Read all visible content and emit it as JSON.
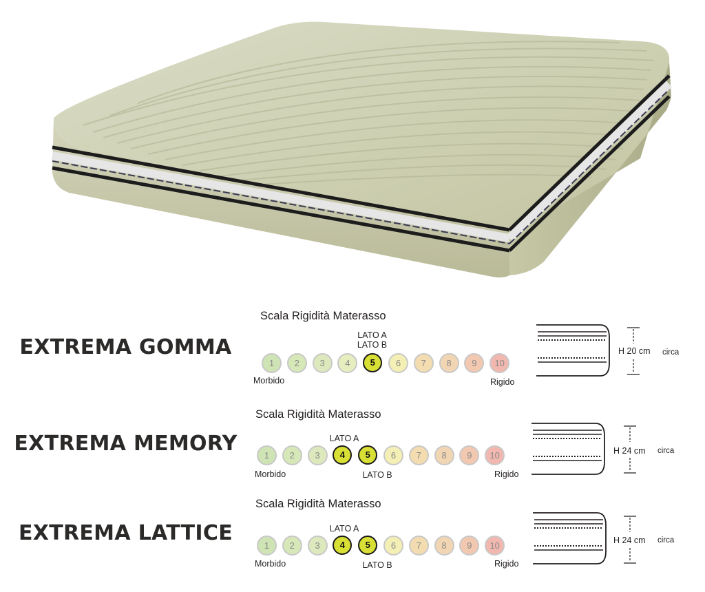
{
  "scale_colors": [
    "#cfe4b4",
    "#d6e7b8",
    "#dde9bc",
    "#e6eec0",
    "#d4df3a",
    "#f4efb4",
    "#f2dcb0",
    "#f2d6b4",
    "#f2c8b0",
    "#f2b8b0"
  ],
  "active_color": "#d9e035",
  "rows": [
    {
      "name": "EXTREMA GOMMA",
      "scale_title": "Scala Rigidità Materasso",
      "numbers": [
        "1",
        "2",
        "3",
        "4",
        "5",
        "6",
        "7",
        "8",
        "9",
        "10"
      ],
      "active": [
        5
      ],
      "lato_above_5": "LATO A",
      "lato_above_5b": "LATO B",
      "left_label": "Morbido",
      "right_label": "Rigido",
      "height": "H 20 cm",
      "circa": "circa"
    },
    {
      "name": "EXTREMA MEMORY",
      "scale_title": "Scala Rigidità Materasso",
      "numbers": [
        "1",
        "2",
        "3",
        "4",
        "5",
        "6",
        "7",
        "8",
        "9",
        "10"
      ],
      "active": [
        4,
        5
      ],
      "lato_a": "LATO A",
      "lato_b": "LATO B",
      "left_label": "Morbido",
      "right_label": "Rigido",
      "height": "H 24 cm",
      "circa": "circa"
    },
    {
      "name": "EXTREMA LATTICE",
      "scale_title": "Scala Rigidità Materasso",
      "numbers": [
        "1",
        "2",
        "3",
        "4",
        "5",
        "6",
        "7",
        "8",
        "9",
        "10"
      ],
      "active": [
        4,
        5
      ],
      "lato_a": "LATO A",
      "lato_b": "LATO B",
      "left_label": "Morbido",
      "right_label": "Rigido",
      "height": "H 24 cm",
      "circa": "circa"
    }
  ]
}
